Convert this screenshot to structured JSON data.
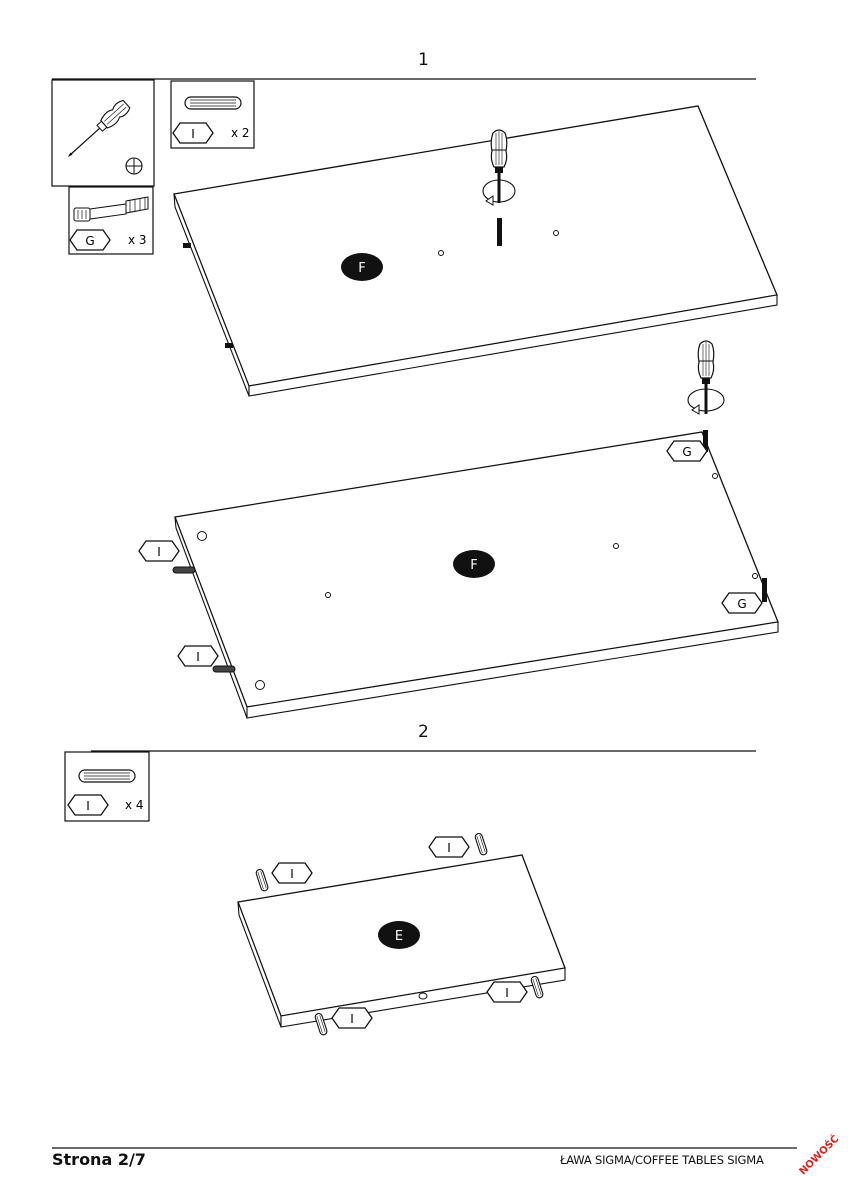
{
  "steps": [
    {
      "number": "1"
    },
    {
      "number": "2"
    }
  ],
  "parts": {
    "F": "F",
    "E": "E"
  },
  "hardware": {
    "dowel_letter": "I",
    "cam_bolt_letter": "G",
    "step1_dowel_qty": "x 2",
    "step1_bolt_qty": "x 3",
    "step2_dowel_qty": "x 4"
  },
  "tool": {
    "icon": "phillips-screwdriver-icon"
  },
  "footer": {
    "page_label": "Strona 2/7",
    "product_title": "ŁAWA SIGMA/COFFEE TABLES SIGMA",
    "stamp": "NOWOŚĆ"
  },
  "colors": {
    "line": "#111111",
    "stamp": "#e0201a"
  }
}
